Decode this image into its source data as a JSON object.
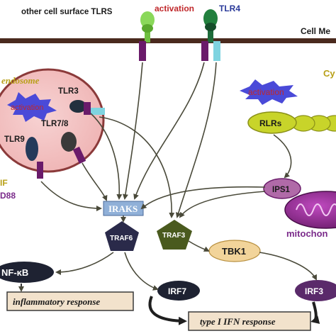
{
  "header": {
    "other_receptors": "other cell surface TLRS",
    "activation_top": "activation",
    "tlr4": "TLR4",
    "cell_membrane": "Cell Me"
  },
  "endosome": {
    "title": "endosome",
    "activation": "activation",
    "tlr3": "TLR3",
    "tlr78": "TLR7/8",
    "tlr9": "TLR9"
  },
  "left_edge": {
    "trif_fragment": "IF",
    "myd88_fragment": "D88"
  },
  "cytoplasm": {
    "label_fragment": "Cy",
    "activation": "activation",
    "rlrs": "RLRs",
    "ips1": "IPS1",
    "mitochondria_fragment": "mitochon"
  },
  "nodes": {
    "iraks": "IRAKS",
    "traf6": "TRAF6",
    "traf3": "TRAF3",
    "tbk1": "TBK1",
    "nfkb": "NF-κB",
    "irf7": "IRF7",
    "irf3": "IRF3"
  },
  "responses": {
    "inflammatory": "inflammatory response",
    "ifn": "type I IFN response"
  },
  "colors": {
    "membrane": "#4a2a1e",
    "endosome_fill": "#f2c1c1",
    "endosome_stroke": "#8b3a3a",
    "receptor_purple": "#6a1b6a",
    "receptor_cyan": "#7fd4e0",
    "tlr_light_green": "#7ed24a",
    "tlr4_dark_green": "#1e6b3a",
    "activation_star": "#4a4ad8",
    "rlr_yellow_green": "#c8d42a",
    "mitochondria": "#9a2a9a",
    "iraks_box": "#90b0d8",
    "traf6_fill": "#2a2a4a",
    "traf3_fill": "#4a5a1e",
    "tbk1_fill": "#f2d49a",
    "dark_node": "#1e2232",
    "irf3_fill": "#5a2a6a",
    "response_box": "#f2e2cc",
    "text_red": "#c0282b",
    "text_blue": "#2a3a9a",
    "text_purple": "#7a2a8a",
    "text_olive": "#b8a018"
  }
}
